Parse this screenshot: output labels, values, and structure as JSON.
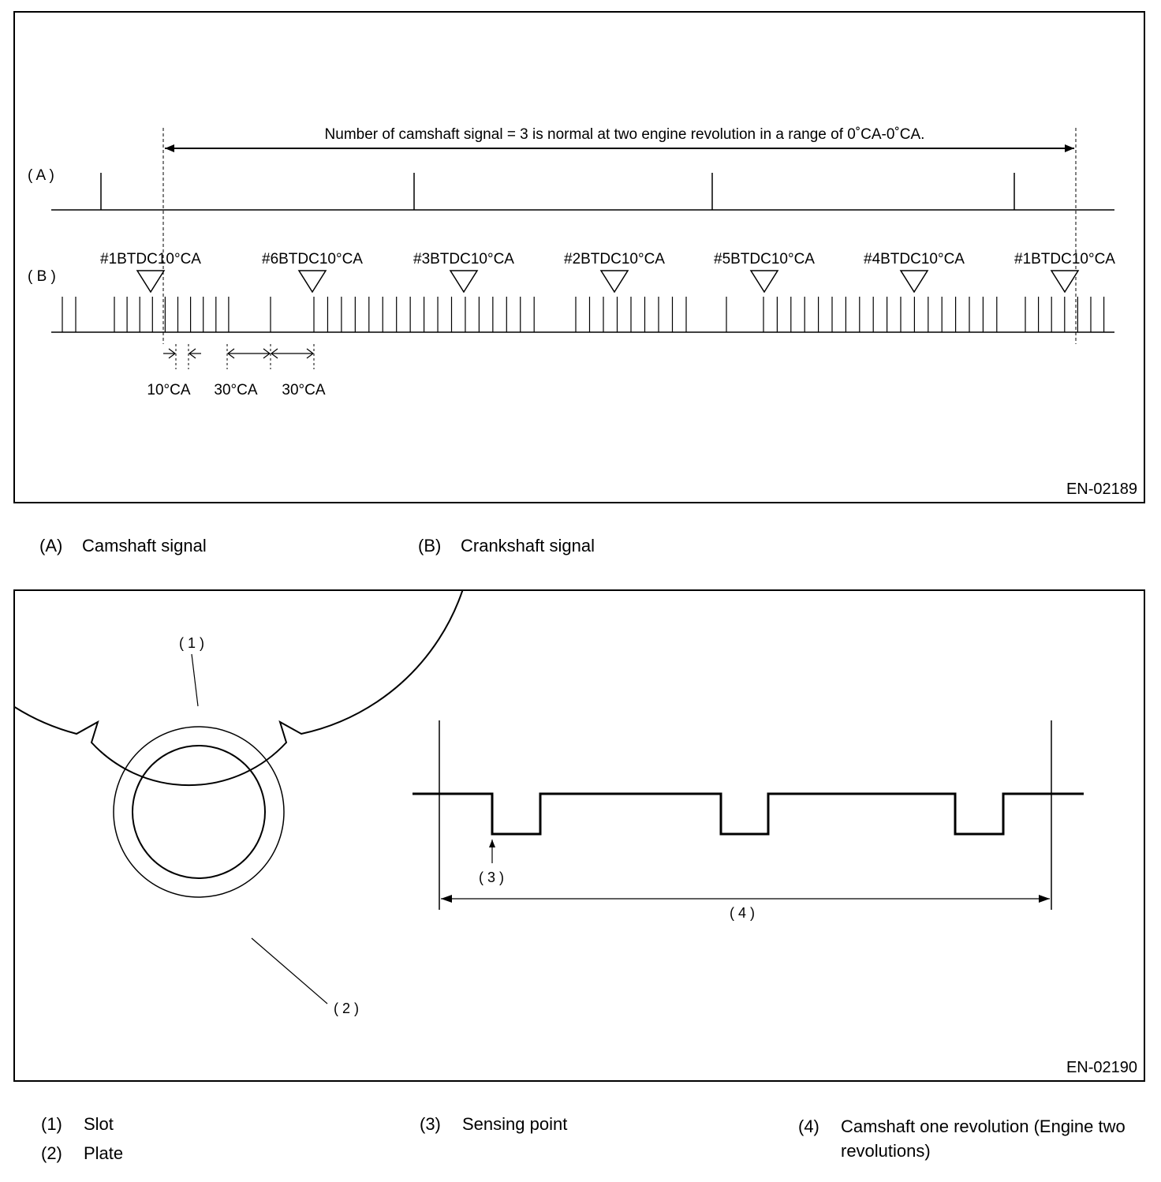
{
  "figure1": {
    "code": "EN-02189",
    "range_note": "Number of camshaft signal = 3 is normal at two engine revolution in a range of 0˚CA-0˚CA.",
    "row_a_label": "( A )",
    "row_b_label": "( B )",
    "tdc_labels": [
      "#1BTDC10°CA",
      "#6BTDC10°CA",
      "#3BTDC10°CA",
      "#2BTDC10°CA",
      "#5BTDC10°CA",
      "#4BTDC10°CA",
      "#1BTDC10°CA"
    ],
    "dim_labels": [
      "10°CA",
      "30°CA",
      "30°CA"
    ]
  },
  "legend1": [
    {
      "num": "(A)",
      "text": "Camshaft signal"
    },
    {
      "num": "(B)",
      "text": "Crankshaft signal"
    }
  ],
  "figure2": {
    "code": "EN-02190",
    "callout_1": "( 1 )",
    "callout_2": "( 2 )",
    "callout_3": "( 3 )",
    "callout_4": "( 4 )"
  },
  "legend2": [
    {
      "num": "(1)",
      "text": "Slot"
    },
    {
      "num": "(2)",
      "text": "Plate"
    },
    {
      "num": "(3)",
      "text": "Sensing point"
    },
    {
      "num": "(4)",
      "text": "Camshaft one revolution (Engine two revolutions)"
    }
  ]
}
